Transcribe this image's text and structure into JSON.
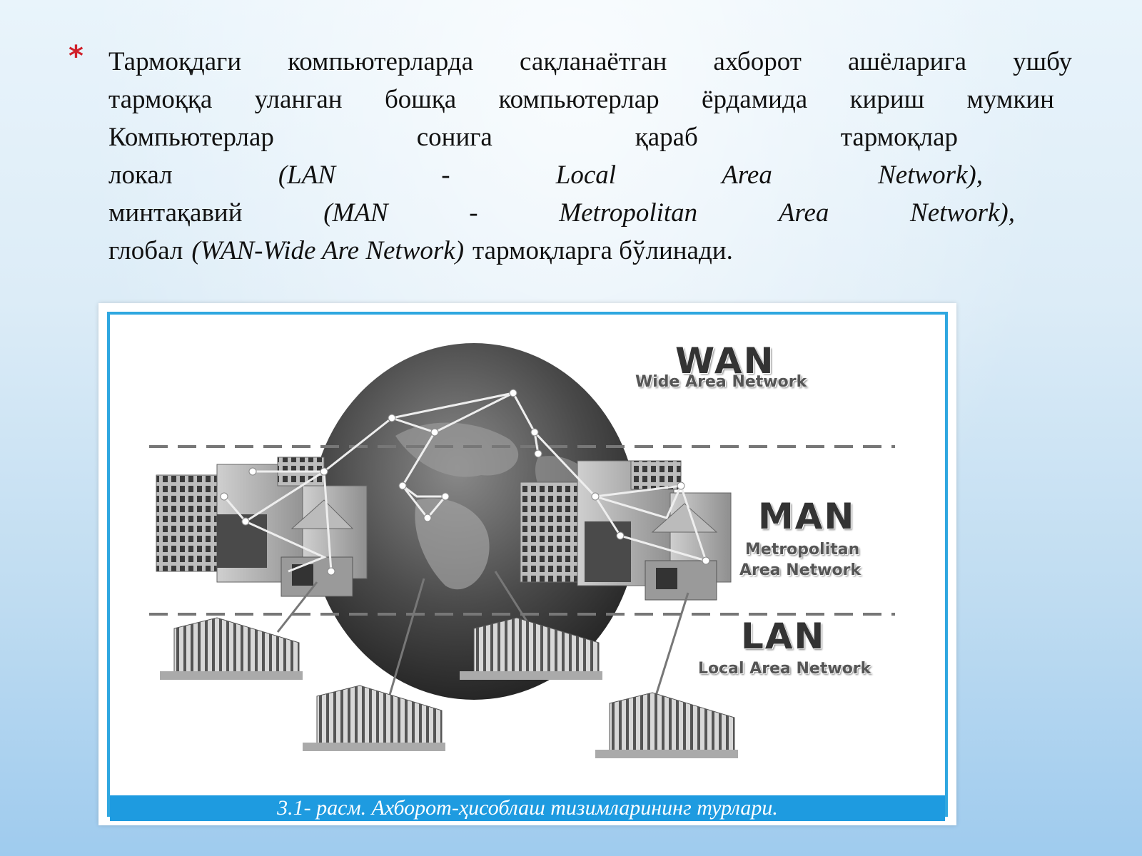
{
  "slide": {
    "bullet": "*",
    "lines": [
      [
        "Тармоқдаги",
        "компьютерларда",
        "сақланаётган",
        "ахборот",
        "ашёларига",
        "ушбу"
      ],
      [
        "тармоққа",
        "уланган",
        "бошқа",
        "компьютерлар",
        "ёрдамида",
        "кириш",
        "мумкин"
      ],
      [
        "Компьютерлар",
        "сонига",
        "қараб",
        "тармоқлар"
      ],
      [
        "локал",
        "(LAN",
        "-",
        "Local",
        "Area",
        "Network),"
      ],
      [
        "минтақавий",
        "(MAN",
        "-",
        "Metropolitan",
        "Area",
        "Network),"
      ]
    ],
    "last_line": {
      "before": "глобал",
      "italic": "(WAN-Wide Are Network)",
      "after": "тармоқларга бўлинади."
    }
  },
  "figure": {
    "wan": {
      "title": "WAN",
      "subtitle": "Wide Area Network"
    },
    "man": {
      "title": "MAN",
      "subtitle_1": "Metropolitan",
      "subtitle_2": "Area Network"
    },
    "lan": {
      "title": "LAN",
      "subtitle": "Local Area Network"
    },
    "caption": "3.1- расм. Ахборот-ҳисоблаш тизимларининг турлари.",
    "colors": {
      "frame": "#2fa7e0",
      "caption_bg": "#1e9be0",
      "bullet": "#d0202a"
    }
  }
}
